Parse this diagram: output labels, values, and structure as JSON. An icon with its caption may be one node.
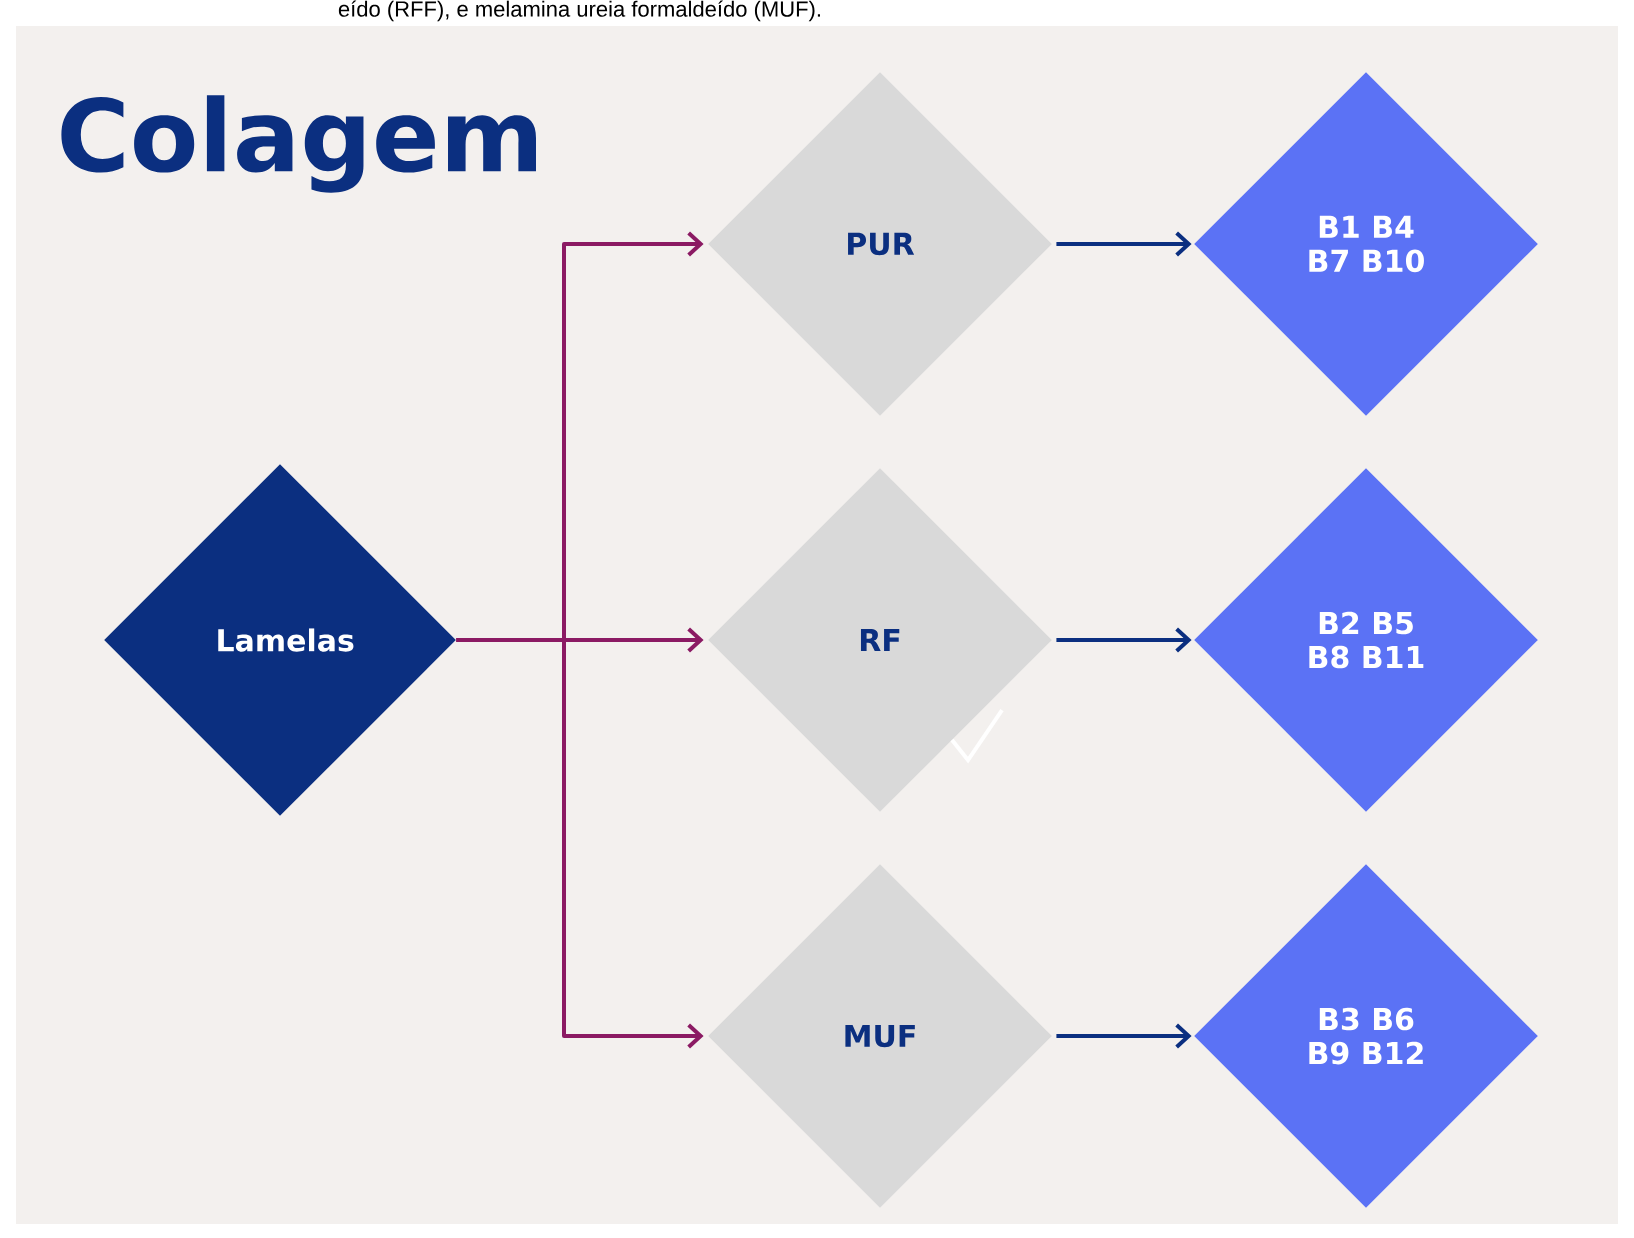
{
  "diagram": {
    "title": "Colagem",
    "nodes": [
      {
        "text": [
          "Lamelas"
        ]
      },
      {
        "text": [
          "PUR"
        ]
      },
      {
        "text": [
          "RF"
        ]
      },
      {
        "text": [
          "MUF"
        ]
      },
      {
        "text": [
          "B1 B4 B7 B10"
        ]
      },
      {
        "text": [
          "B2 B5 B8 B11"
        ]
      },
      {
        "text": [
          "B3 B6 B9 B12"
        ]
      }
    ],
    "edges": [
      {
        "from": 0,
        "to": 1,
        "arrow": "to",
        "color": "#8b1a63"
      },
      {
        "from": 0,
        "to": 2,
        "arrow": "to",
        "color": "#8b1a63"
      },
      {
        "from": 0,
        "to": 3,
        "arrow": "to",
        "color": "#8b1a63"
      },
      {
        "from": 1,
        "to": 4,
        "arrow": "to",
        "color": "#0b2f80"
      },
      {
        "from": 2,
        "to": 5,
        "arrow": "to",
        "color": "#0b2f80"
      },
      {
        "from": 3,
        "to": 6,
        "arrow": "to",
        "color": "#0b2f80"
      }
    ],
    "labels": [
      "eído (RFF), e melamina ureia formaldeído (MUF)."
    ]
  }
}
